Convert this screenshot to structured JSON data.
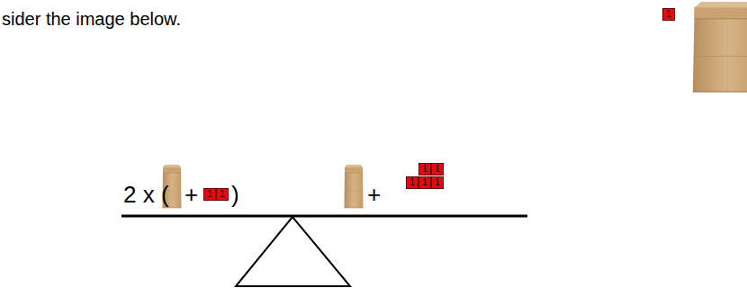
{
  "diagram": {
    "nodes": [
      {
        "text": [
          "1"
        ]
      },
      {
        "text": [
          "1"
        ]
      },
      {
        "text": [
          "1"
        ]
      },
      {
        "text": [
          "1"
        ]
      },
      {
        "text": [
          "1"
        ]
      },
      {
        "text": [
          "1"
        ]
      },
      {
        "text": [
          "1"
        ]
      },
      {
        "text": [
          "1"
        ]
      }
    ],
    "labels": [
      "sider the image below.",
      "2 x (",
      "+",
      ")",
      "+"
    ]
  }
}
